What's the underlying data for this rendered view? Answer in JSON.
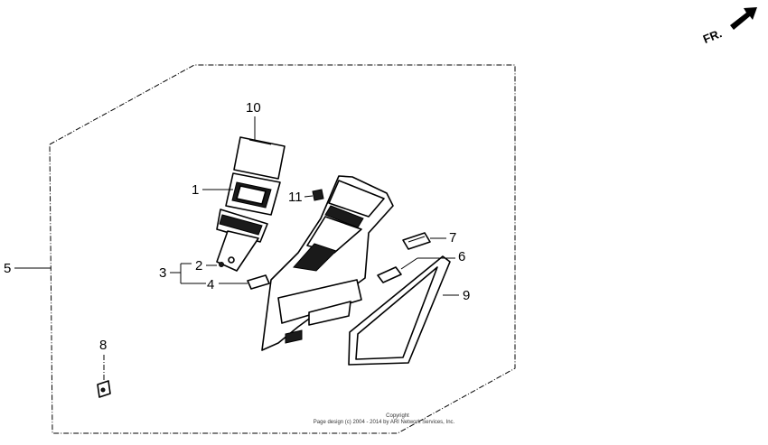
{
  "orientation": {
    "label": "FR.",
    "icon": "front-arrow-icon"
  },
  "callouts": {
    "p1": "1",
    "p2": "2",
    "p3": "3",
    "p4": "4",
    "p5": "5",
    "p6": "6",
    "p7": "7",
    "p8": "8",
    "p9": "9",
    "p10": "10",
    "p11": "11"
  },
  "copyright": {
    "line1": "Copyright",
    "line2": "Page design (c) 2004 - 2014 by ARI Network Services, Inc."
  }
}
